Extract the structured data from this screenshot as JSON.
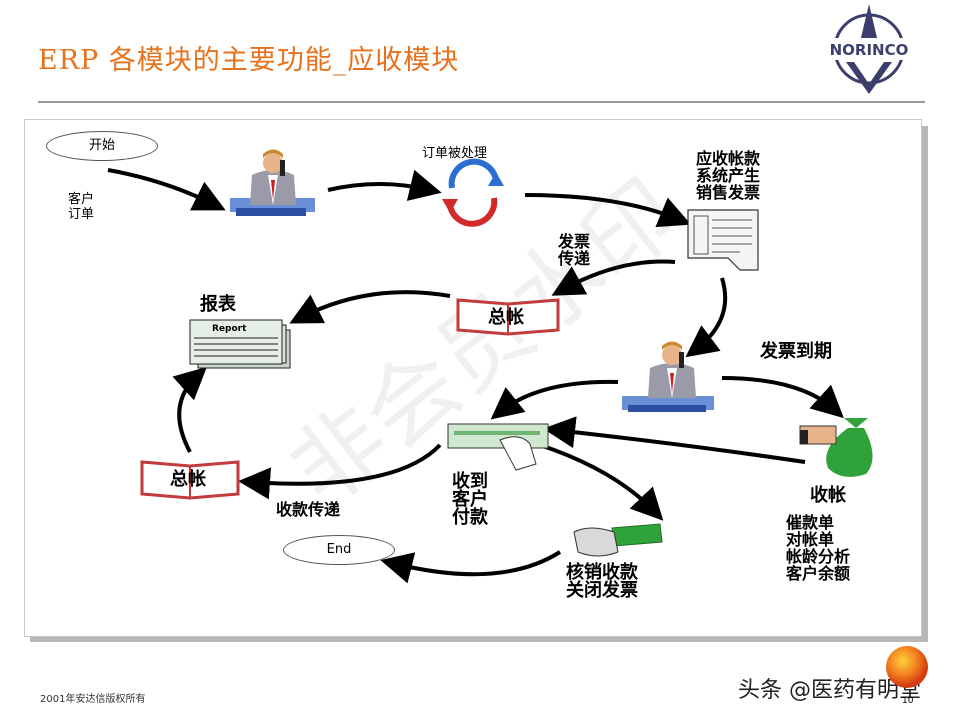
{
  "header": {
    "title": "ERP 各模块的主要功能_应收模块",
    "logo_text": "NORINCO"
  },
  "diagram": {
    "start": "开始",
    "customer_order": "客户\n订单",
    "order_processed": "订单被处理",
    "ar_system_invoice": "应收帐款\n系统产生\n销售发票",
    "invoice_transfer": "发票\n传递",
    "ledger_top": "总帐",
    "report_title": "报表",
    "report_doc": "Report",
    "invoice_due": "发票到期",
    "collection": "收帐",
    "collection_docs": "催款单\n对帐单\n帐龄分析\n客户余额",
    "receive_payment": "收到\n客户\n付款",
    "ledger_bottom": "总帐",
    "payment_transfer": "收款传递",
    "end": "End",
    "writeoff": "核销收款\n关闭发票",
    "watermark": "非会员水印"
  },
  "footer": {
    "copyright": "2001年安达信版权所有",
    "source": "头条 @医药有明堂",
    "page_number": "10"
  },
  "colors": {
    "title": "#e8711c",
    "rule": "#9a9a9a",
    "logo": "#3c3f6e",
    "book_red": "#c23a3a",
    "money_green": "#2fa33a"
  }
}
